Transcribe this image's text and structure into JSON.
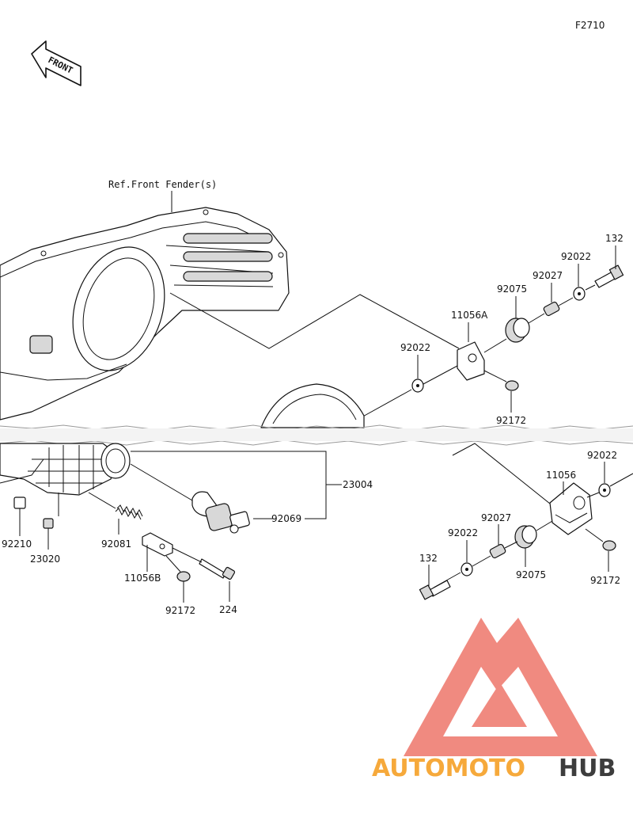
{
  "figure_code": "F2710",
  "front_marker": "FRONT",
  "reference_label": "Ref.Front Fender(s)",
  "parts": [
    {
      "id": "p132a",
      "number": "132"
    },
    {
      "id": "p92022a",
      "number": "92022"
    },
    {
      "id": "p92027a",
      "number": "92027"
    },
    {
      "id": "p92075a",
      "number": "92075"
    },
    {
      "id": "p11056A",
      "number": "11056A"
    },
    {
      "id": "p92022b",
      "number": "92022"
    },
    {
      "id": "p92172a",
      "number": "92172"
    },
    {
      "id": "p23004",
      "number": "23004"
    },
    {
      "id": "p92069",
      "number": "92069"
    },
    {
      "id": "p92210",
      "number": "92210"
    },
    {
      "id": "p23020",
      "number": "23020"
    },
    {
      "id": "p92081",
      "number": "92081"
    },
    {
      "id": "p11056B",
      "number": "11056B"
    },
    {
      "id": "p92172b",
      "number": "92172"
    },
    {
      "id": "p224",
      "number": "224"
    },
    {
      "id": "p11056",
      "number": "11056"
    },
    {
      "id": "p92022c",
      "number": "92022"
    },
    {
      "id": "p92027b",
      "number": "92027"
    },
    {
      "id": "p92022d",
      "number": "92022"
    },
    {
      "id": "p132b",
      "number": "132"
    },
    {
      "id": "p92075b",
      "number": "92075"
    },
    {
      "id": "p92172c",
      "number": "92172"
    }
  ],
  "watermark": {
    "text_orange": "AUTOMOTO",
    "text_dark": "HUB",
    "logo_color": "#f08a80",
    "orange_color": "#f6a93b",
    "dark_color": "#3d3d3d"
  }
}
